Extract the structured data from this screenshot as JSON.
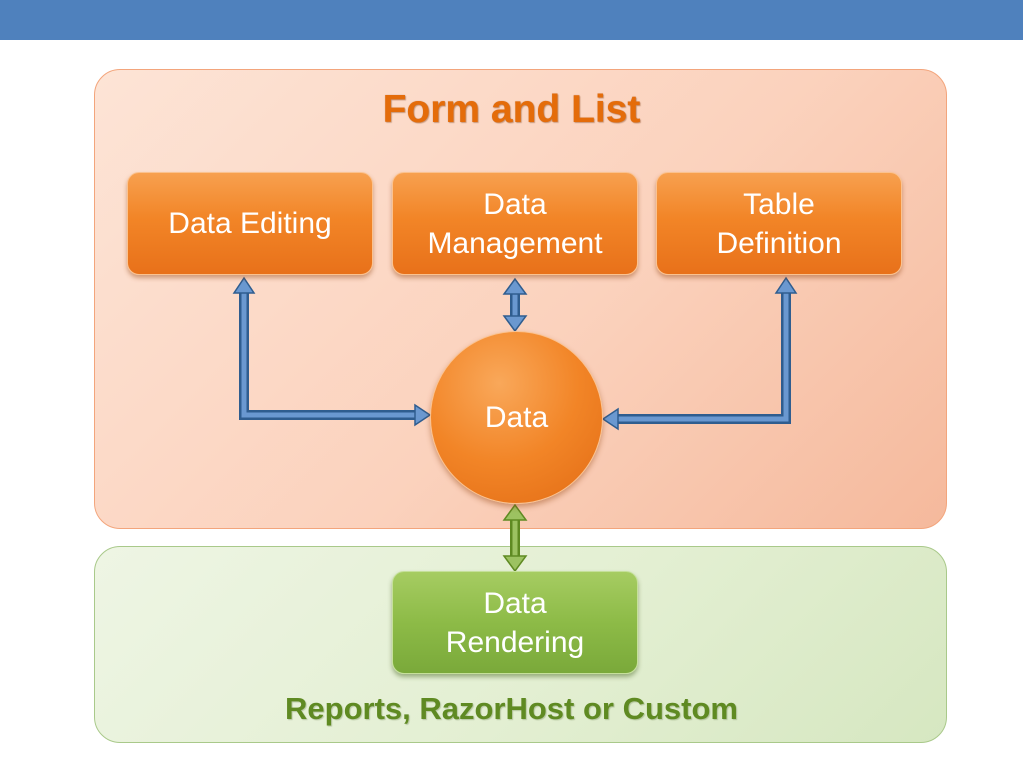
{
  "groups": {
    "form_and_list": {
      "title": "Form and List"
    },
    "rendering": {
      "title": "Reports, RazorHost or Custom"
    }
  },
  "nodes": {
    "data_editing": "Data Editing",
    "data_management": "Data\nManagement",
    "table_definition": "Table\nDefinition",
    "data": "Data",
    "data_rendering": "Data\nRendering"
  },
  "connectors": [
    {
      "from": "data_editing",
      "to": "data",
      "style": "bidirectional"
    },
    {
      "from": "data_management",
      "to": "data",
      "style": "bidirectional"
    },
    {
      "from": "table_definition",
      "to": "data",
      "style": "bidirectional"
    },
    {
      "from": "data",
      "to": "data_rendering",
      "style": "bidirectional"
    }
  ],
  "colors": {
    "header_bar": "#4f81bd",
    "orange_accent": "#f28527",
    "orange_title": "#e46c0a",
    "green_accent": "#8dbb47",
    "green_title": "#5f8a22",
    "blue_arrow": "#4f81bd",
    "green_arrow": "#8db356"
  }
}
